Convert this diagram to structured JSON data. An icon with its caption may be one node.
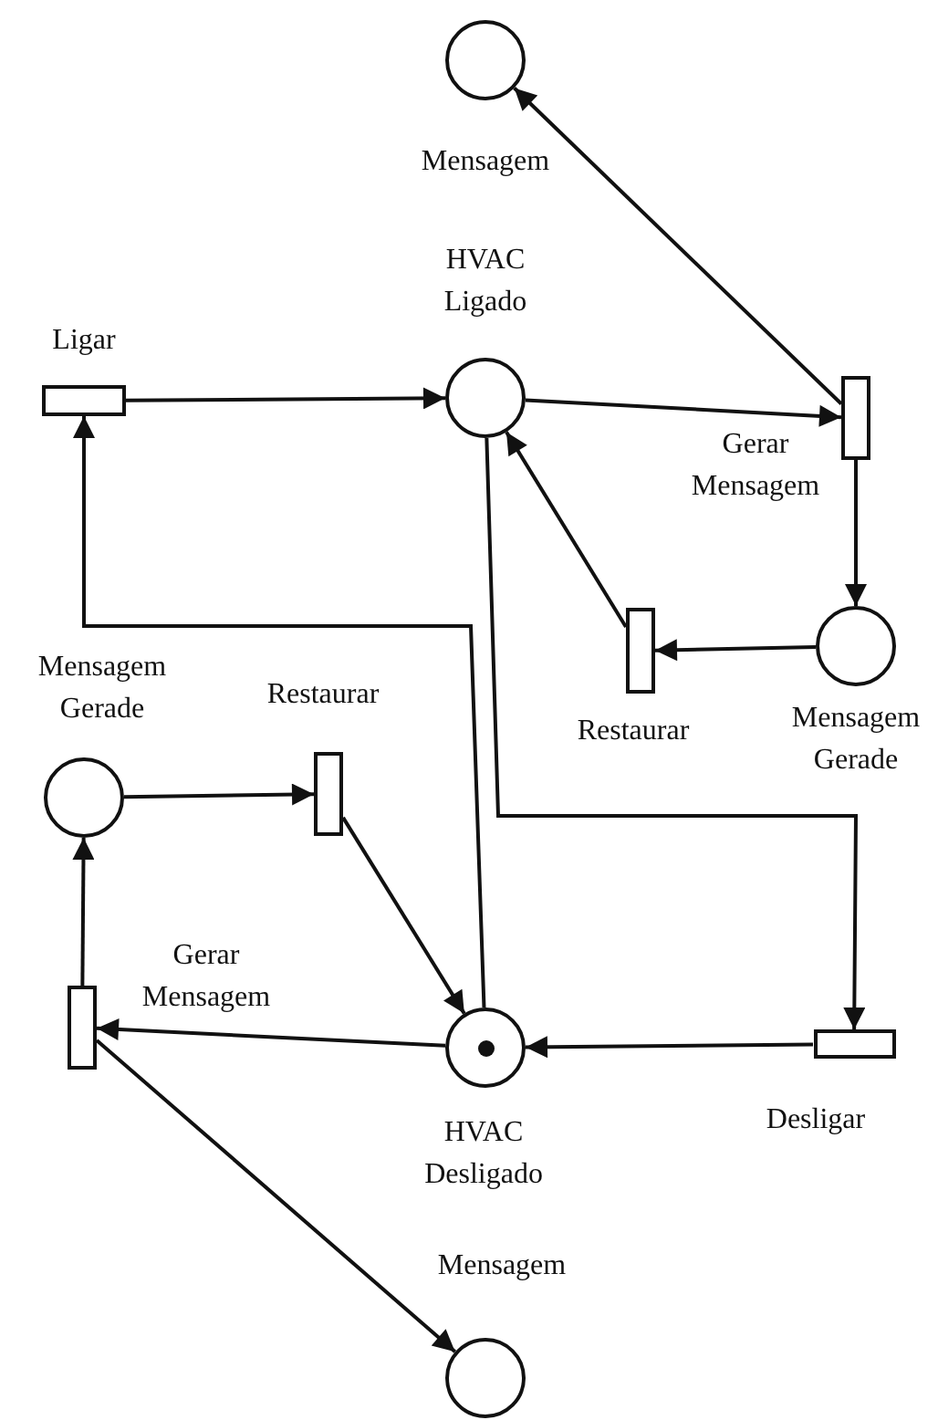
{
  "diagram": {
    "nodes": [
      {
        "text": [
          "Mensagem"
        ]
      },
      {
        "text": [
          "HVAC Ligado"
        ]
      },
      {
        "text": [
          "Ligar"
        ]
      },
      {
        "text": [
          "Gerar Mensagem"
        ]
      },
      {
        "text": [
          "Mensagem Gerade"
        ]
      },
      {
        "text": [
          "Restaurar"
        ]
      },
      {
        "text": [
          "Mensagem Gerade"
        ]
      },
      {
        "text": [
          "Restaurar"
        ]
      },
      {
        "text": [
          "HVAC Desligado"
        ]
      },
      {
        "text": [
          "Desligar"
        ]
      },
      {
        "text": [
          "Gerar Mensagem"
        ]
      },
      {
        "text": [
          "Mensagem"
        ]
      }
    ],
    "edges": [
      {
        "from": 2,
        "to": 1,
        "arrow": "to"
      },
      {
        "from": 1,
        "to": 3,
        "arrow": "to"
      },
      {
        "from": 3,
        "to": 0,
        "arrow": "to"
      },
      {
        "from": 3,
        "to": 4,
        "arrow": "to"
      },
      {
        "from": 4,
        "to": 5,
        "arrow": "to"
      },
      {
        "from": 5,
        "to": 1,
        "arrow": "to"
      },
      {
        "from": 1,
        "to": 9,
        "arrow": "to"
      },
      {
        "from": 9,
        "to": 8,
        "arrow": "to"
      },
      {
        "from": 8,
        "to": 2,
        "arrow": "to"
      },
      {
        "from": 8,
        "to": 10,
        "arrow": "to"
      },
      {
        "from": 10,
        "to": 6,
        "arrow": "to"
      },
      {
        "from": 6,
        "to": 7,
        "arrow": "to"
      },
      {
        "from": 7,
        "to": 8,
        "arrow": "to"
      },
      {
        "from": 10,
        "to": 11,
        "arrow": "to"
      }
    ]
  }
}
